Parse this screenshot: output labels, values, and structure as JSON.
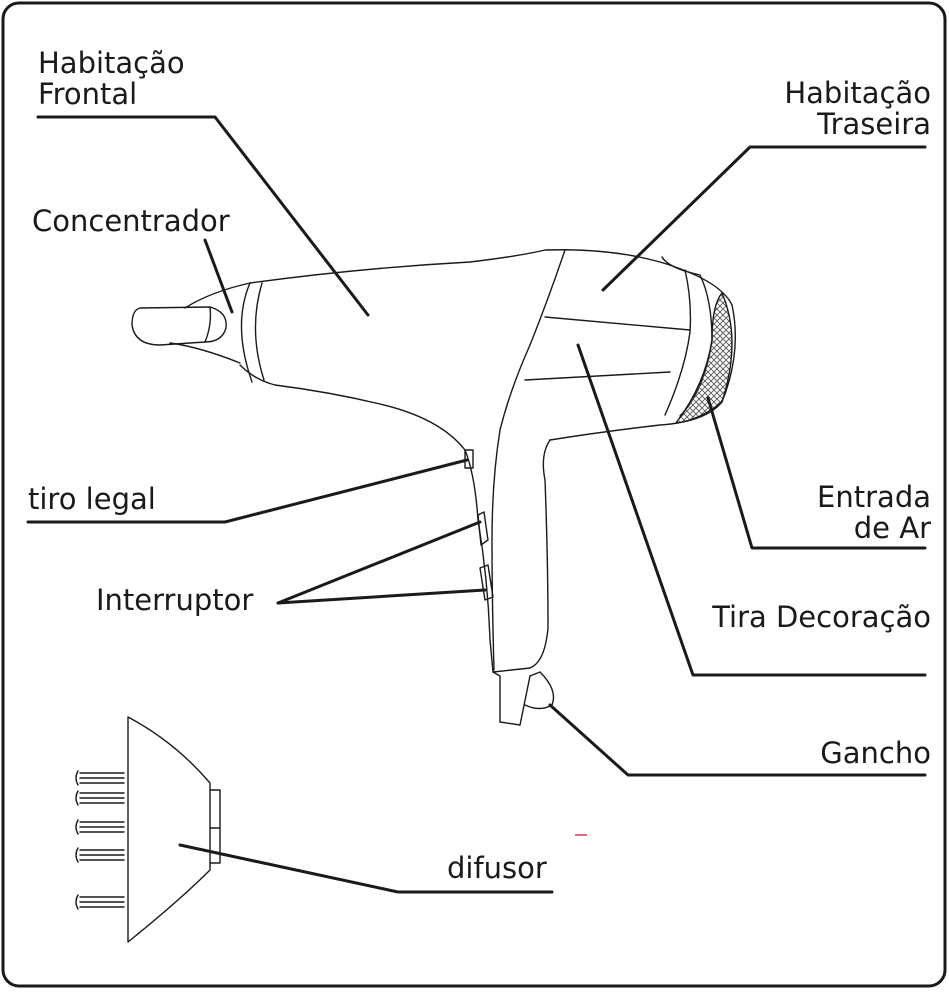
{
  "labels": {
    "habitacao_frontal": [
      "Habitação",
      "Frontal"
    ],
    "concentrador": "Concentrador",
    "habitacao_traseira": [
      "Habitação",
      "Traseira"
    ],
    "tiro_legal": "tiro legal",
    "entrada_de_ar": [
      "Entrada",
      "de Ar"
    ],
    "interruptor": "Interruptor",
    "tira_decoracao": "Tira Decoração",
    "gancho": "Gancho",
    "difusor": "difusor"
  },
  "colors": {
    "line": "#1a1a1a",
    "grille": "#555555",
    "accent_mark": "#d9364a"
  }
}
